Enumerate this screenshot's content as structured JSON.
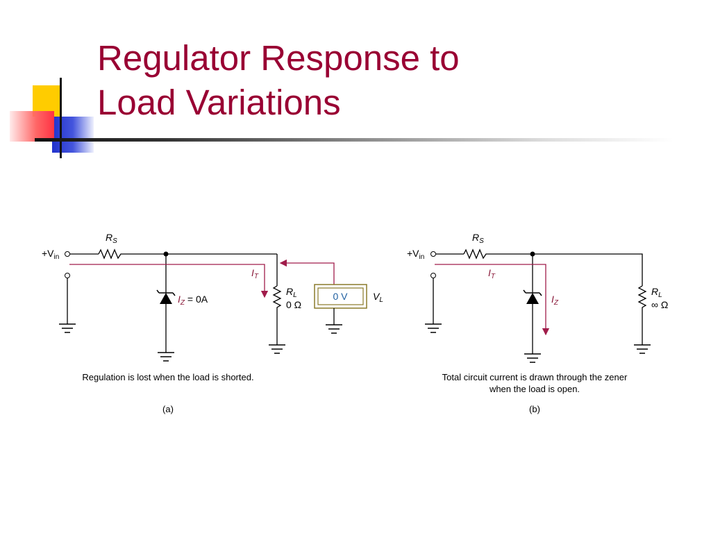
{
  "slide": {
    "title_line1": "Regulator Response to",
    "title_line2": "Load Variations"
  },
  "colors": {
    "title": "#990033",
    "current_arrow": "#a01c4a",
    "meter_border": "#8a7a2a",
    "meter_text": "#1f5fa0"
  },
  "circuit_a": {
    "vin_label": "+V",
    "vin_sub": "in",
    "rs_label": "R",
    "rs_sub": "S",
    "it_label": "I",
    "it_sub": "T",
    "iz_label": "I",
    "iz_sub": "Z",
    "iz_value": " = 0A",
    "rl_label": "R",
    "rl_sub": "L",
    "rl_value": "0 Ω",
    "meter_reading": "0 V",
    "vl_label": "V",
    "vl_sub": "L",
    "caption": "Regulation is lost when the load is shorted.",
    "tag": "(a)"
  },
  "circuit_b": {
    "vin_label": "+V",
    "vin_sub": "in",
    "rs_label": "R",
    "rs_sub": "S",
    "it_label": "I",
    "it_sub": "T",
    "iz_label": "I",
    "iz_sub": "Z",
    "rl_label": "R",
    "rl_sub": "L",
    "rl_value": "∞ Ω",
    "caption_line1": "Total circuit current is drawn through the zener",
    "caption_line2": "when the load is open.",
    "tag": "(b)"
  }
}
